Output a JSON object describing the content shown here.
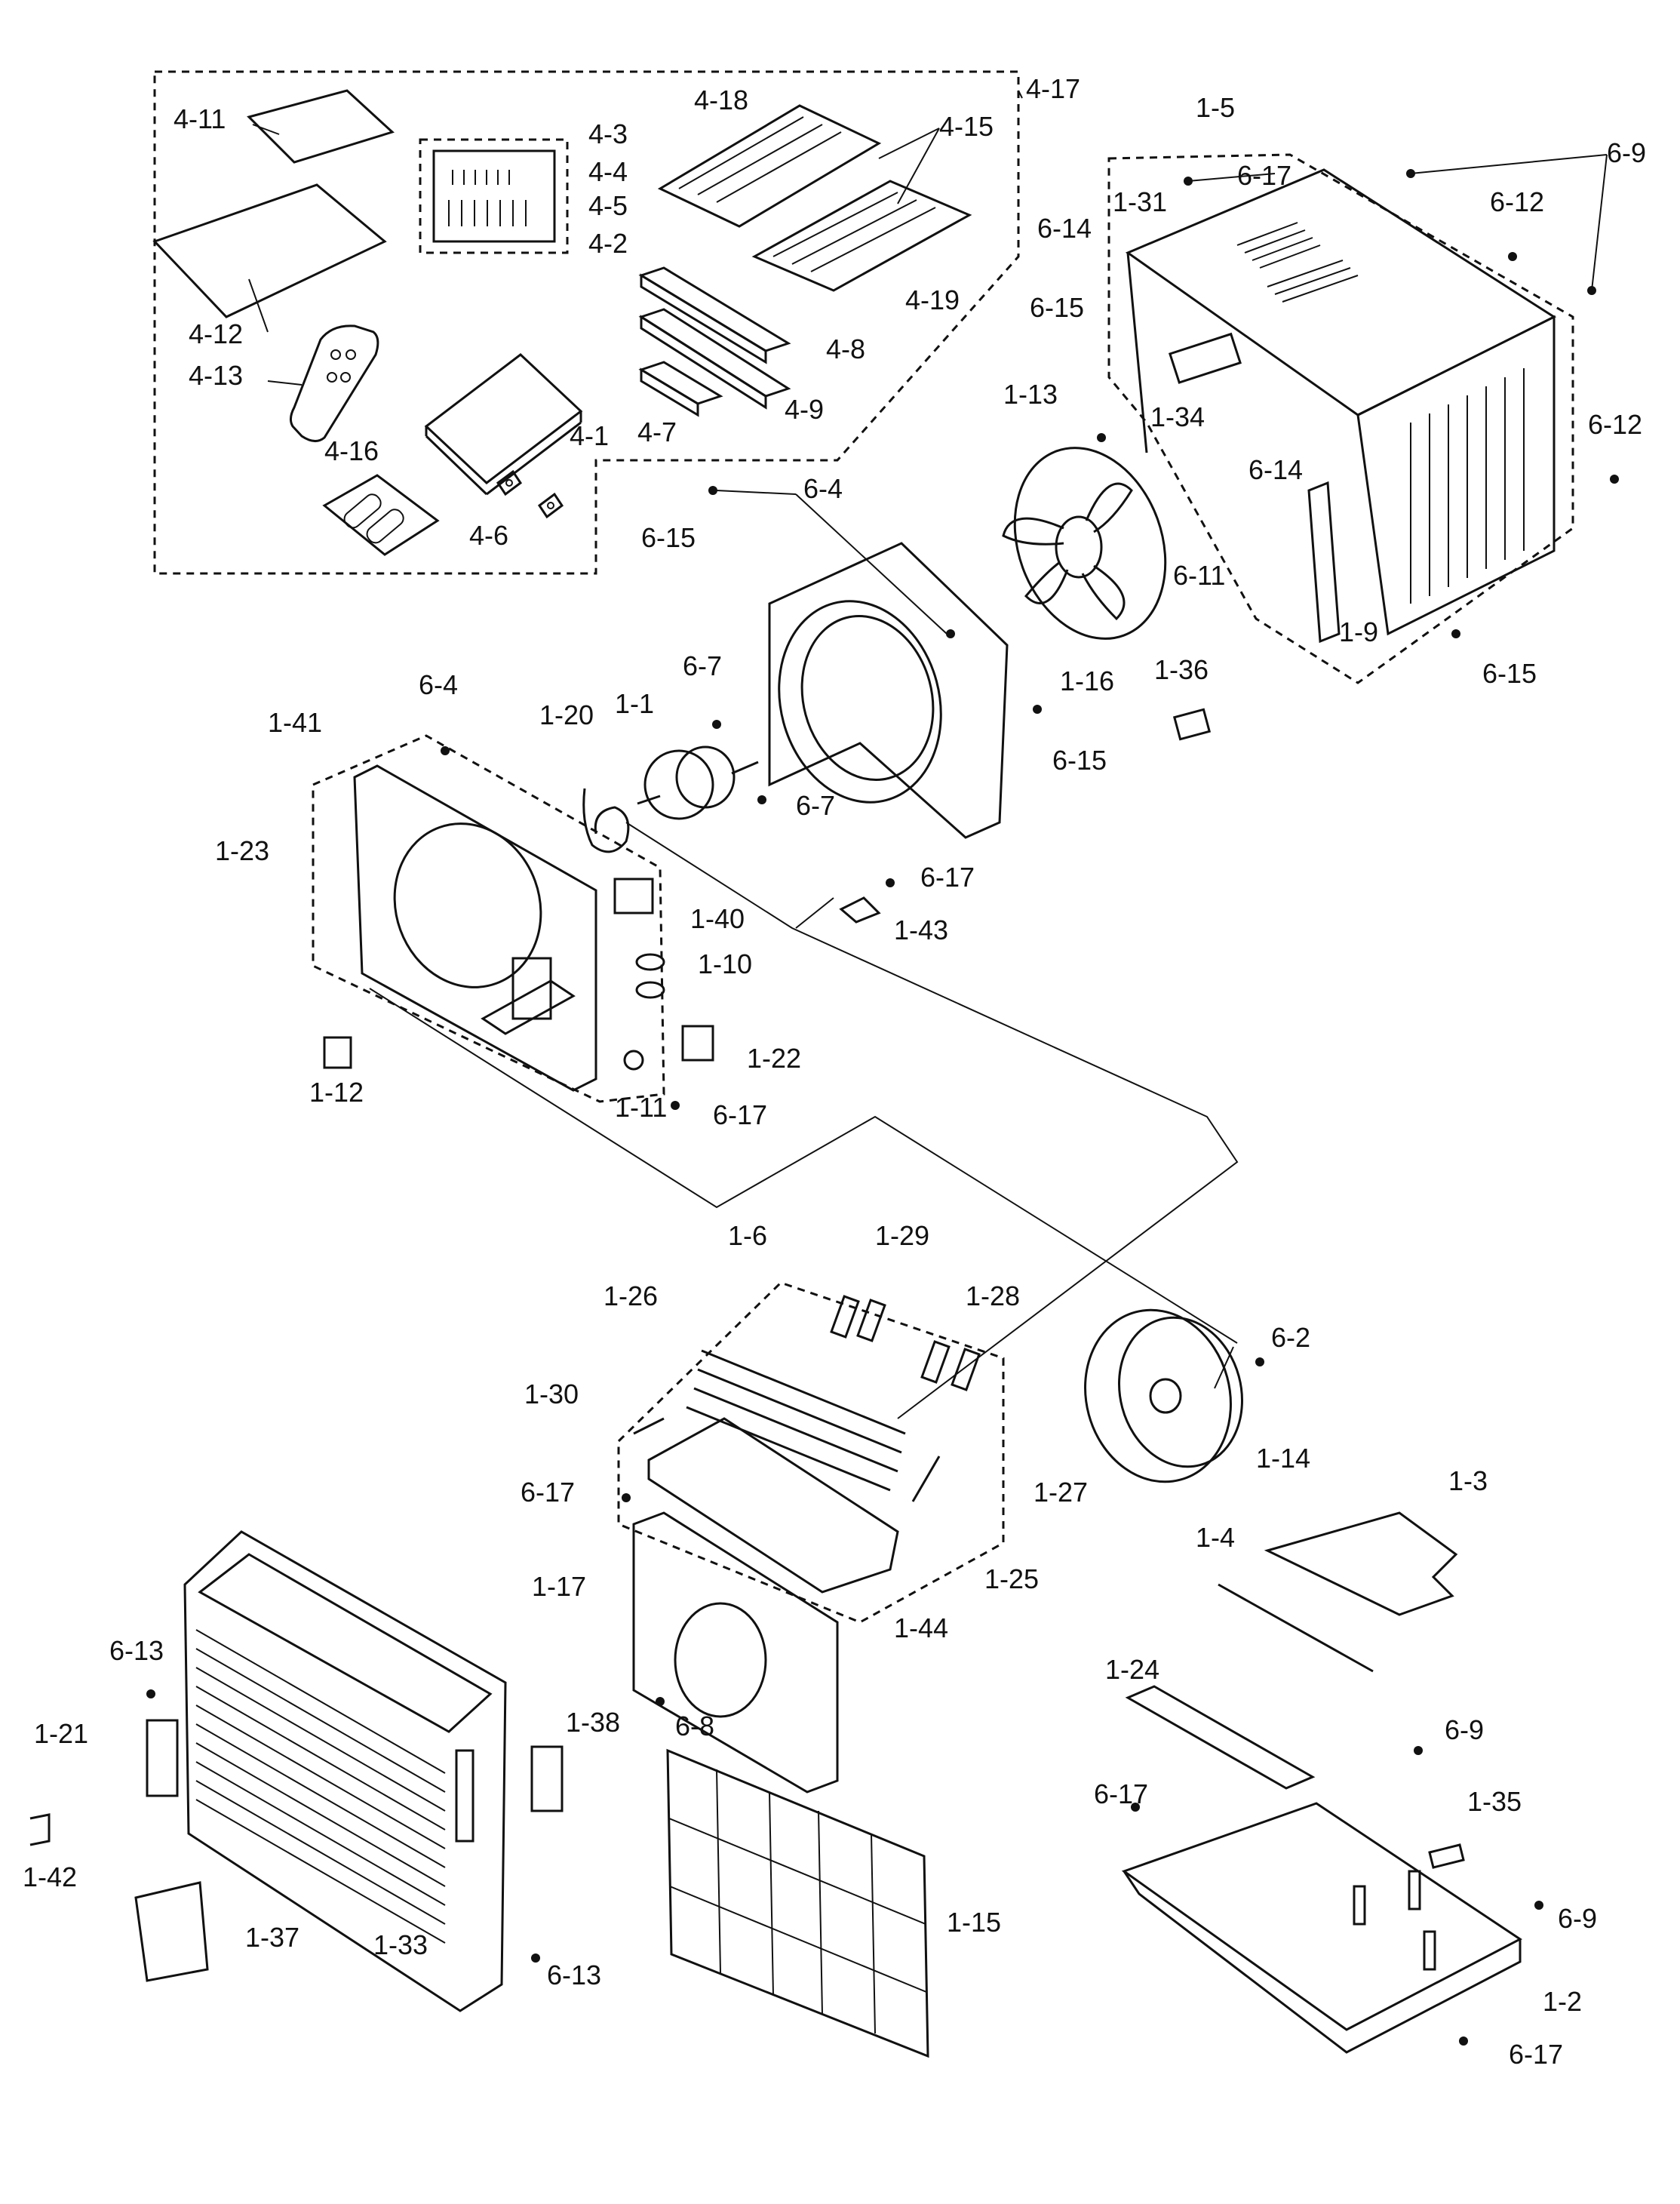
{
  "labels": {
    "l4_11": "4-11",
    "l4_12": "4-12",
    "l4_13": "4-13",
    "l4_16": "4-16",
    "l4_6": "4-6",
    "l4_1": "4-1",
    "l4_3": "4-3",
    "l4_4": "4-4",
    "l4_5": "4-5",
    "l4_2": "4-2",
    "l4_18": "4-18",
    "l4_15": "4-15",
    "l4_17": "4-17",
    "l4_19": "4-19",
    "l4_8": "4-8",
    "l4_9": "4-9",
    "l4_7": "4-7",
    "l1_5": "1-5",
    "l6_9a": "6-9",
    "l6_17a": "6-17",
    "l1_31": "1-31",
    "l6_12a": "6-12",
    "l6_14a": "6-14",
    "l6_15a": "6-15",
    "l1_34": "1-34",
    "l6_14b": "6-14",
    "l6_12b": "6-12",
    "l1_13": "1-13",
    "l6_11": "6-11",
    "l1_9": "1-9",
    "l6_15b": "6-15",
    "l6_15c": "6-15",
    "l6_4a": "6-4",
    "l1_16": "1-16",
    "l6_15d": "6-15",
    "l1_36": "1-36",
    "l6_7a": "6-7",
    "l1_1": "1-1",
    "l1_20": "1-20",
    "l6_4b": "6-4",
    "l1_41": "1-41",
    "l6_7b": "6-7",
    "l6_17b": "6-17",
    "l1_43": "1-43",
    "l1_23": "1-23",
    "l1_40": "1-40",
    "l1_10": "1-10",
    "l1_22": "1-22",
    "l1_12": "1-12",
    "l1_11": "1-11",
    "l6_17c": "6-17",
    "l1_6": "1-6",
    "l1_29": "1-29",
    "l1_26": "1-26",
    "l1_28": "1-28",
    "l6_2": "6-2",
    "l1_30": "1-30",
    "l1_14": "1-14",
    "l6_17d": "6-17",
    "l1_27": "1-27",
    "l1_3": "1-3",
    "l1_17": "1-17",
    "l1_25": "1-25",
    "l1_44": "1-44",
    "l1_4": "1-4",
    "l6_13a": "6-13",
    "l1_38": "1-38",
    "l6_8": "6-8",
    "l1_24": "1-24",
    "l1_21": "1-21",
    "l6_9b": "6-9",
    "l1_35": "1-35",
    "l6_17e": "6-17",
    "l1_42": "1-42",
    "l1_37": "1-37",
    "l1_33": "1-33",
    "l6_13b": "6-13",
    "l1_15": "1-15",
    "l6_9c": "6-9",
    "l1_2": "1-2",
    "l6_17f": "6-17"
  }
}
